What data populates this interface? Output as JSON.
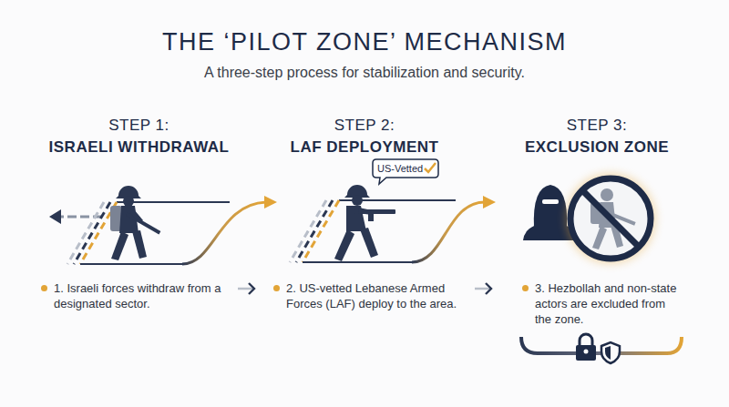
{
  "diagram": {
    "title": "THE ‘PILOT ZONE’ MECHANISM",
    "nodes": [
      {
        "text": [
          "STEP 1:",
          "ISRAELI WITHDRAWAL",
          "1. Israeli forces withdraw from a designated sector."
        ]
      },
      {
        "text": [
          "STEP 2:",
          "LAF DEPLOYMENT",
          "2. US-vetted Lebanese Armed Forces (LAF) deploy to the area."
        ]
      },
      {
        "text": [
          "US-Vetted"
        ],
        "in": 1
      },
      {
        "text": [
          "STEP 3:",
          "EXCLUSION ZONE",
          "3. Hezbollah and non-state actors are excluded from the zone."
        ]
      }
    ],
    "edges": [
      {
        "from": 0,
        "to": 1,
        "arrow": "to"
      },
      {
        "from": 1,
        "to": 3,
        "arrow": "to"
      }
    ],
    "labels": [
      "A three-step process for stabilization and security."
    ]
  }
}
